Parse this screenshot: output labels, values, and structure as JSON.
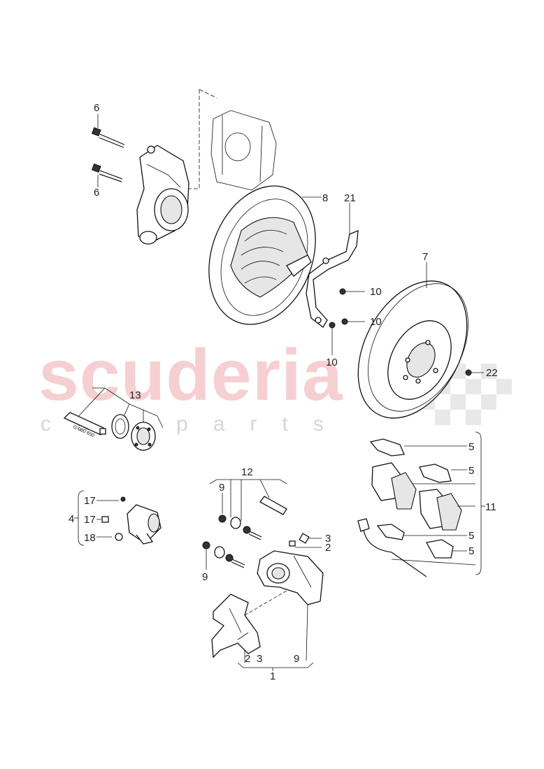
{
  "watermark": {
    "brand": "scuderia",
    "sub": "car parts",
    "brand_color": "#e7828c"
  },
  "callouts": {
    "c1": "1",
    "c2a": "2",
    "c2b": "2",
    "c3a": "3",
    "c3b": "3",
    "c4": "4",
    "c5a": "5",
    "c5b": "5",
    "c5c": "5",
    "c5d": "5",
    "c6a": "6",
    "c6b": "6",
    "c7": "7",
    "c8": "8",
    "c9a": "9",
    "c9b": "9",
    "c9c": "9",
    "c10a": "10",
    "c10b": "10",
    "c10c": "10",
    "c11": "11",
    "c12": "12",
    "c13": "13",
    "c17a": "17",
    "c17b": "17",
    "c18": "18",
    "c21": "21",
    "c22": "22"
  },
  "parts": {
    "tube_label": "G 000 650"
  }
}
